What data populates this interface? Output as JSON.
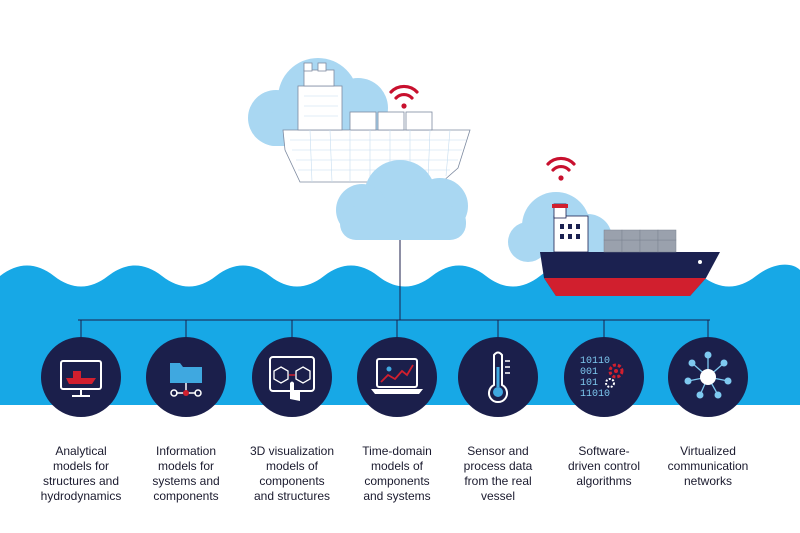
{
  "colors": {
    "sea": "#17a8e6",
    "circle": "#1b1f4b",
    "cloud": "#a9d7f2",
    "hull_red": "#d11f2e",
    "hull_navy": "#1b2150",
    "wifi_red": "#c8102e"
  },
  "twin_label": "",
  "capabilities": [
    {
      "label": "Analytical\nmodels for\nstructures and\nhydrodynamics",
      "icon": "monitor-ship-icon"
    },
    {
      "label": "Information\nmodels for\nsystems and\ncomponents",
      "icon": "folder-network-icon"
    },
    {
      "label": "3D visualization\nmodels of\ncomponents\nand structures",
      "icon": "touch-3d-icon"
    },
    {
      "label": "Time-domain\nmodels of\ncomponents\nand systems",
      "icon": "laptop-chart-icon"
    },
    {
      "label": "Sensor and\nprocess data\nfrom the real\nvessel",
      "icon": "thermometer-icon"
    },
    {
      "label": "Software-\ndriven control\nalgorithms",
      "icon": "binary-gear-icon"
    },
    {
      "label": "Virtualized\ncommunication\nnetworks",
      "icon": "network-hub-icon"
    }
  ],
  "binary_lines": [
    "10110",
    "001",
    "101",
    "11010"
  ]
}
